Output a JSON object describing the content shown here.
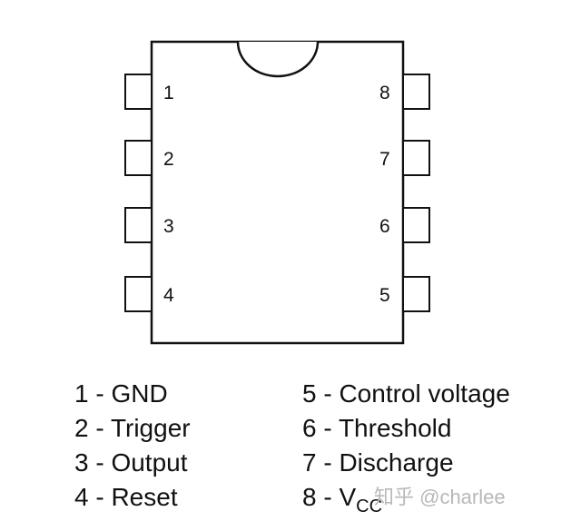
{
  "chip": {
    "left_pins": [
      "1",
      "2",
      "3",
      "4"
    ],
    "right_pins": [
      "8",
      "7",
      "6",
      "5"
    ]
  },
  "legend": {
    "left": [
      "1 - GND",
      "2 - Trigger",
      "3 - Output",
      "4 - Reset"
    ],
    "right": [
      "5 - Control voltage",
      "6 - Threshold",
      "7 - Discharge"
    ],
    "vcc": {
      "prefix": "8 - V",
      "subscript": "CC"
    }
  },
  "watermark": "知乎 @charlee"
}
